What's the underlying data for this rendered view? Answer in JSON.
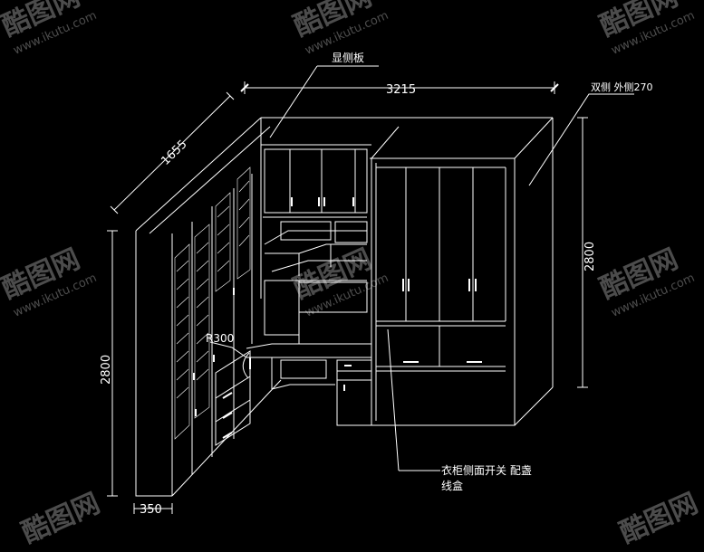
{
  "colors": {
    "background": "#000000",
    "lines": "#ffffff",
    "watermark": "#8a8a8a"
  },
  "dimensions": {
    "width_total": "3215",
    "depth_left": "1655",
    "height_left": "2800",
    "height_right": "2800",
    "side_panel_thickness": "350",
    "desk_radius": "R300"
  },
  "annotations": {
    "visible_side_panel": "显侧板",
    "double_side": "双侧 外侧270",
    "switch_note_line1": "衣柜侧面开关 配盏",
    "switch_note_line2": "线盒"
  },
  "watermark": {
    "brand": "酷图网",
    "url": "www.ikutu.com"
  }
}
